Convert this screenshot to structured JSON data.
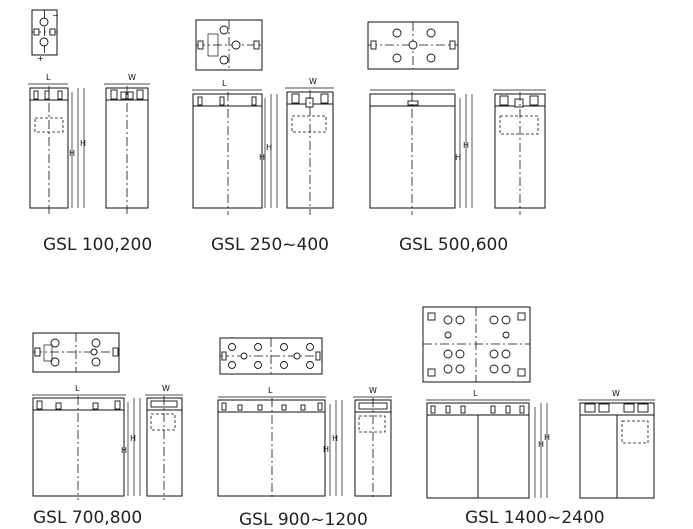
{
  "dimension_labels": {
    "length": "L",
    "width": "W",
    "height": "H"
  },
  "models": [
    {
      "id": "gsl-100-200",
      "caption": "GSL 100,200"
    },
    {
      "id": "gsl-250-400",
      "caption": "GSL 250~400"
    },
    {
      "id": "gsl-500-600",
      "caption": "GSL 500,600"
    },
    {
      "id": "gsl-700-800",
      "caption": "GSL 700,800"
    },
    {
      "id": "gsl-900-1200",
      "caption": "GSL 900~1200"
    },
    {
      "id": "gsl-1400-2400",
      "caption": "GSL 1400~2400"
    }
  ]
}
